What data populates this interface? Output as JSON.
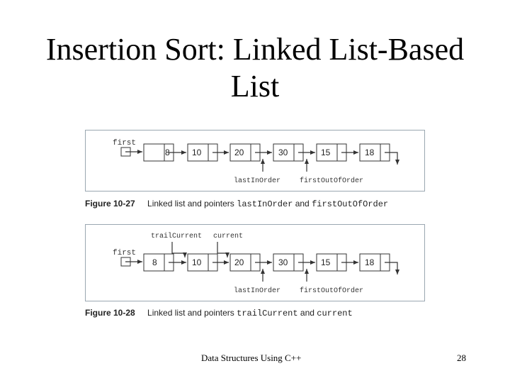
{
  "slide": {
    "title_line1": "Insertion Sort: Linked List-Based",
    "title_line2": "List",
    "footer": "Data Structures Using C++",
    "page_number": "28"
  },
  "figure1": {
    "head_label": "first",
    "nodes": [
      "8",
      "10",
      "20",
      "30",
      "15",
      "18"
    ],
    "pointer_last_in_order": "lastInOrder",
    "pointer_first_out_of_order": "firstOutOfOrder",
    "caption_number": "Figure 10-27",
    "caption_text": "Linked list and pointers",
    "caption_code1": "lastInOrder",
    "caption_and": "and",
    "caption_code2": "firstOutOfOrder"
  },
  "figure2": {
    "head_label": "first",
    "nodes": [
      "8",
      "10",
      "20",
      "30",
      "15",
      "18"
    ],
    "pointer_trail_current": "trailCurrent",
    "pointer_current": "current",
    "pointer_last_in_order": "lastInOrder",
    "pointer_first_out_of_order": "firstOutOfOrder",
    "caption_number": "Figure 10-28",
    "caption_text": "Linked list and pointers",
    "caption_code1": "trailCurrent",
    "caption_and": "and",
    "caption_code2": "current"
  }
}
